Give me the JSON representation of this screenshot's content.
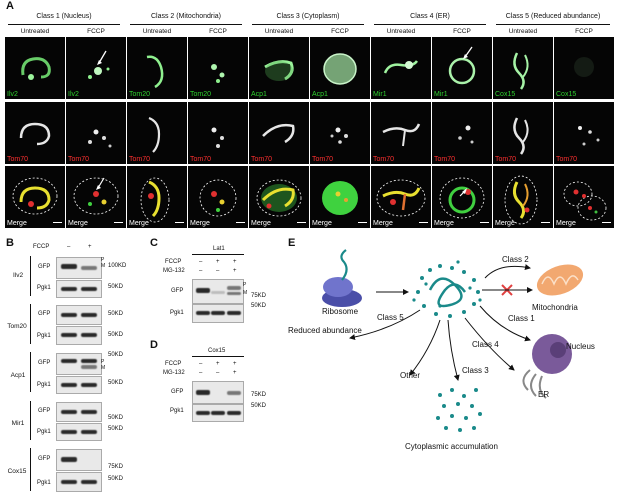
{
  "panels": {
    "a": "A",
    "b": "B",
    "c": "C",
    "d": "D",
    "e": "E"
  },
  "panel_a": {
    "classes": [
      {
        "title": "Class 1 (Nucleus)",
        "protein": "Ilv2"
      },
      {
        "title": "Class 2 (Mitochondria)",
        "protein": "Tom20"
      },
      {
        "title": "Class 3 (Cytoplasm)",
        "protein": "Acp1"
      },
      {
        "title": "Class 4 (ER)",
        "protein": "Mir1"
      },
      {
        "title": "Class 5 (Reduced abundance)",
        "protein": "Cox15"
      }
    ],
    "conditions": [
      "Untreated",
      "FCCP"
    ],
    "red_label": "Tom70",
    "merge_label": "Merge"
  },
  "panel_b": {
    "fccp_label": "FCCP",
    "lane_signs": [
      "–",
      "+"
    ],
    "blots": [
      {
        "name": "Ilv2",
        "gfp": "GFP",
        "pgk": "Pgk1",
        "mw1": "100KD",
        "mw2": "50KD",
        "pm": "P\nM"
      },
      {
        "name": "Tom20",
        "gfp": "GFP",
        "pgk": "Pgk1",
        "mw1": "50KD",
        "mw2": "50KD"
      },
      {
        "name": "Acp1",
        "gfp": "GFP",
        "pgk": "Pgk1",
        "mw1": "50KD",
        "mw2": "50KD",
        "pm": "P\nM"
      },
      {
        "name": "Mir1",
        "gfp": "GFP",
        "pgk": "Pgk1",
        "mw1": "50KD",
        "mw2": "50KD"
      },
      {
        "name": "Cox15",
        "gfp": "GFP",
        "pgk": "Pgk1",
        "mw1": "75KD",
        "mw2": "50KD"
      }
    ]
  },
  "panel_c": {
    "title": "Lat1",
    "row1": "FCCP",
    "row1_signs": [
      "–",
      "+",
      "+"
    ],
    "row2": "MG-132",
    "row2_signs": [
      "–",
      "–",
      "+"
    ],
    "gfp": "GFP",
    "pgk": "Pgk1",
    "mw1": "75KD",
    "mw2": "50KD",
    "p": "P",
    "m": "M"
  },
  "panel_d": {
    "title": "Cox15",
    "row1": "FCCP",
    "row1_signs": [
      "–",
      "+",
      "+"
    ],
    "row2": "MG-132",
    "row2_signs": [
      "–",
      "–",
      "+"
    ],
    "gfp": "GFP",
    "pgk": "Pgk1",
    "mw1": "75KD",
    "mw2": "50KD"
  },
  "panel_e": {
    "ribosome": "Ribosome",
    "mitochondria": "Mitochondria",
    "nucleus": "Nucleus",
    "er": "ER",
    "class1": "Class 1",
    "class2": "Class 2",
    "class3": "Class 3",
    "class4": "Class 4",
    "class5": "Class 5",
    "reduced": "Reduced abundance",
    "other": "Other",
    "cyto": "Cytoplasmic accumulation",
    "colors": {
      "ribosome": "#5b5fb8",
      "mito": "#f2a870",
      "nucleus": "#7a5a9a",
      "protein": "#1a8a8a",
      "cross": "#e04040"
    }
  }
}
